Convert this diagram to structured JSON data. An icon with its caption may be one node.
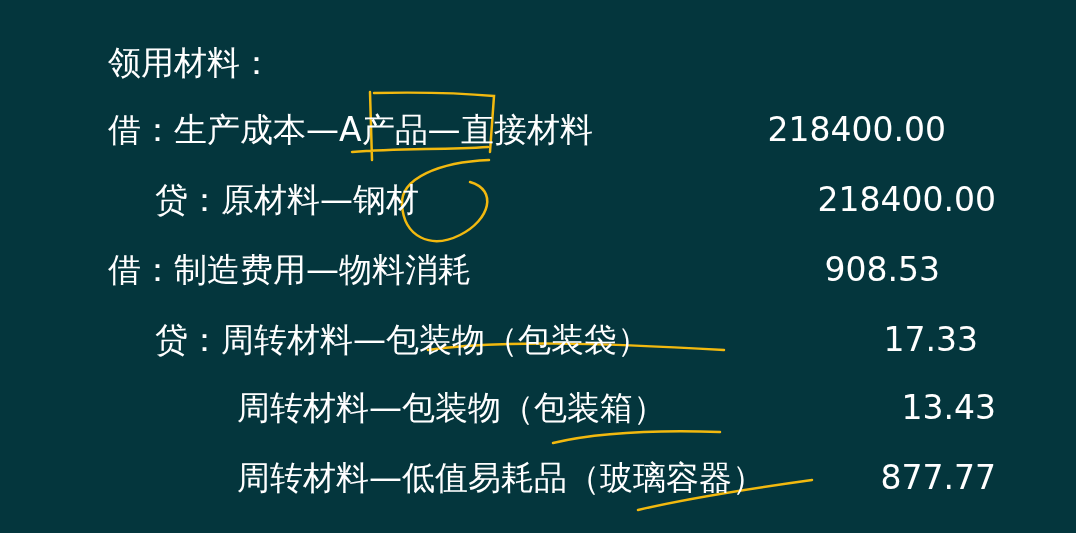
{
  "diagram": {
    "labels": [
      "领用材料：",
      "借：生产成本—A产品—直接材料",
      "218400.00",
      "贷：原材料—钢材",
      "218400.00",
      "借：制造费用—物料消耗",
      "908.53",
      "贷：周转材料—包装物（包装袋）",
      "17.33",
      "周转材料—包装物（包装箱）",
      "13.43",
      "周转材料—低值易耗品（玻璃容器）",
      "877.77"
    ]
  }
}
